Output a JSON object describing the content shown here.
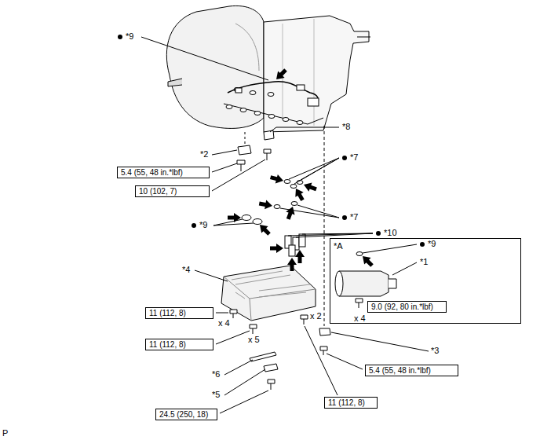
{
  "diagram": {
    "nodes": [
      {
        "text": [
          "5.4 (55, 48 in.*lbf)"
        ]
      },
      {
        "text": [
          "10 (102, 7)"
        ]
      },
      {
        "text": [
          "*A"
        ]
      },
      {
        "text": [
          "9.0 (92, 80 in.*lbf)"
        ],
        "in": 2
      },
      {
        "text": [
          "11 (112, 8)"
        ]
      },
      {
        "text": [
          "11 (112, 8)"
        ]
      },
      {
        "text": [
          "5.4 (55, 48 in.*lbf)"
        ]
      },
      {
        "text": [
          "11 (112, 8)"
        ]
      },
      {
        "text": [
          "24.5 (250, 18)"
        ]
      }
    ],
    "labels": [
      "*9",
      "*8",
      "*2",
      "*7",
      "*7",
      "*9",
      "*10",
      "*9",
      "*1",
      "*4",
      "x 4",
      "x 5",
      "x 2",
      "x 4",
      "*3",
      "*6",
      "*5",
      "P"
    ]
  }
}
